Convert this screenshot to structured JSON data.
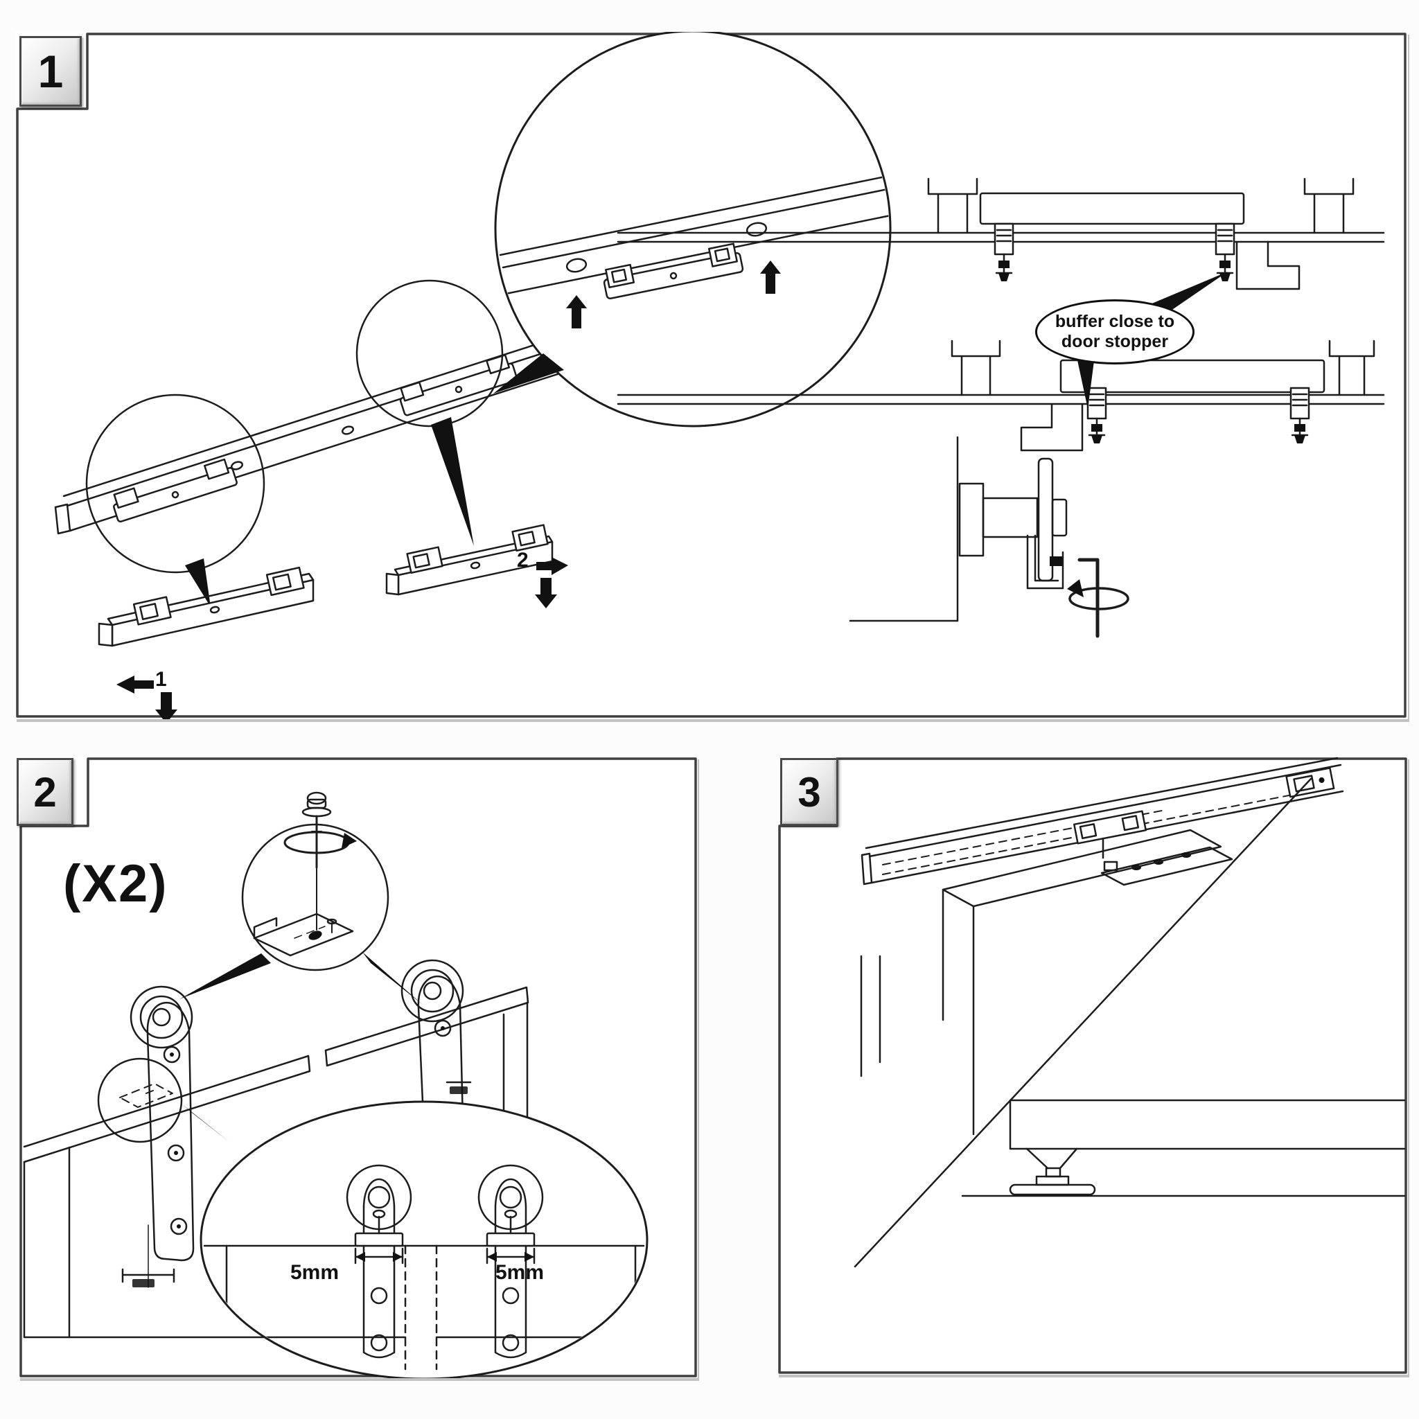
{
  "colors": {
    "line": "#1c1c1c",
    "panel_border": "#3f3f3f",
    "badge_bg": "#ededed"
  },
  "panel1": {
    "badge": "1",
    "arrow_label_1": "1",
    "arrow_label_2": "2",
    "callout_lines": [
      "buffer close to",
      "door stopper"
    ]
  },
  "panel2": {
    "badge": "2",
    "multiplier": "(X2)",
    "dim_left": "5mm",
    "dim_right": "5mm"
  },
  "panel3": {
    "badge": "3"
  }
}
